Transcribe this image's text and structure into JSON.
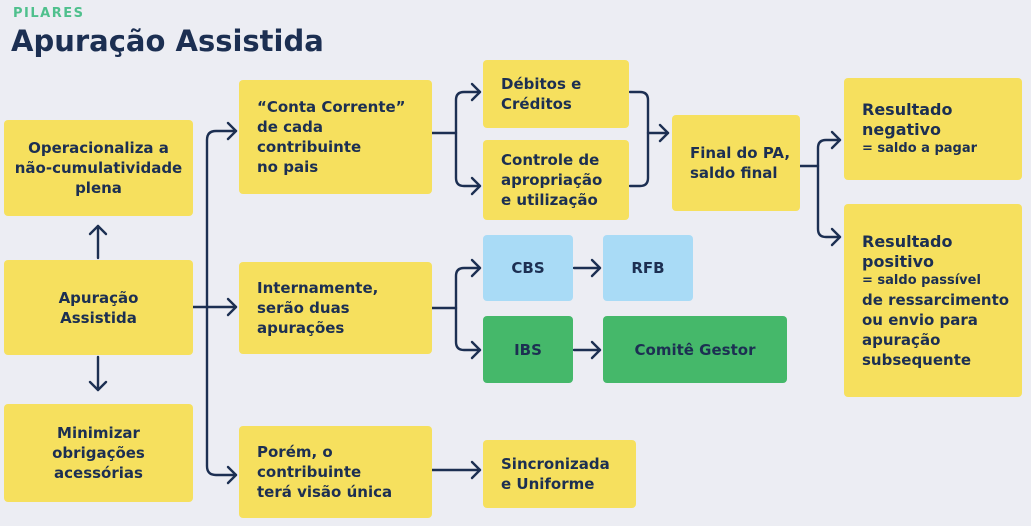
{
  "header": {
    "kicker": "PILARES",
    "title": "Apuração Assistida"
  },
  "boxes": {
    "operacionaliza": [
      "Operacionaliza a",
      "não-cumulatividade",
      "plena"
    ],
    "apuracao": [
      "Apuração",
      "Assistida"
    ],
    "minimizar": [
      "Minimizar",
      "obrigações",
      "acessórias"
    ],
    "conta_corrente": [
      "“Conta Corrente”",
      "de cada",
      "contribuinte",
      "no pais"
    ],
    "internamente": [
      "Internamente,",
      "serão duas",
      "apurações"
    ],
    "porem": [
      "Porém, o",
      "contribuinte",
      "terá visão única"
    ],
    "debitos": [
      "Débitos e",
      "Créditos"
    ],
    "controle": [
      "Controle de",
      "apropriação",
      "e utilização"
    ],
    "cbs": "CBS",
    "rfb": "RFB",
    "ibs": "IBS",
    "comite": "Comitê Gestor",
    "sincronizada": [
      "Sincronizada",
      "e Uniforme"
    ],
    "final": [
      "Final do PA,",
      "saldo final"
    ],
    "negativo": {
      "heading": [
        "Resultado",
        "negativo"
      ],
      "detail": "= saldo a pagar"
    },
    "positivo": {
      "heading": [
        "Resultado",
        "positivo"
      ],
      "detail": [
        "= saldo passível",
        "de ressarcimento",
        "ou envio para",
        "apuração",
        "subsequente"
      ]
    }
  },
  "colors": {
    "yellow": "#f6e05e",
    "blue": "#a9dbf6",
    "green": "#45b86a",
    "text": "#1c2f52",
    "accent": "#4fc08d"
  }
}
